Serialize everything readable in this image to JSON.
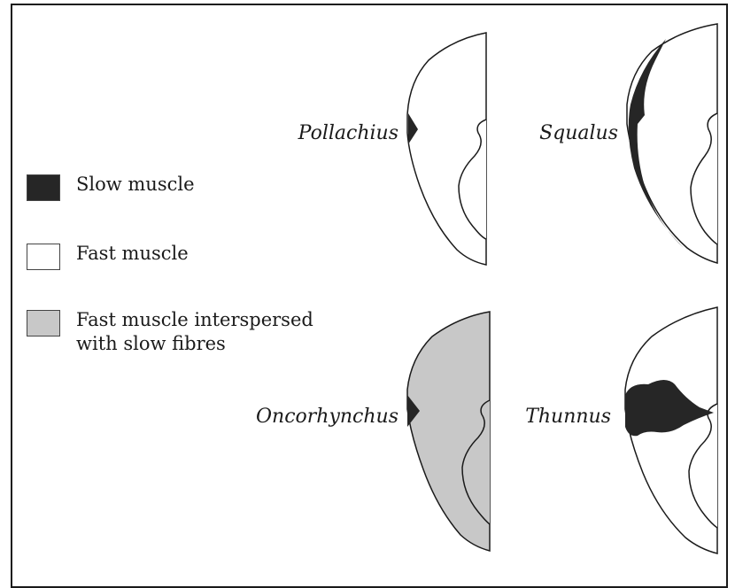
{
  "colors": {
    "slow": "#262626",
    "fast": "#ffffff",
    "interspersed": "#c8c8c8",
    "outline": "#1a1a1a"
  },
  "legend": [
    {
      "key": "slow",
      "label": "Slow muscle"
    },
    {
      "key": "fast",
      "label": "Fast muscle"
    },
    {
      "key": "interspersed",
      "label": "Fast muscle interspersed\nwith slow fibres"
    }
  ],
  "species": [
    {
      "name": "Pollachius",
      "fill": "fast",
      "slow_pattern": "lateral-wedge"
    },
    {
      "name": "Squalus",
      "fill": "fast",
      "slow_pattern": "thin-strip"
    },
    {
      "name": "Oncorhynchus",
      "fill": "interspersed",
      "slow_pattern": "lateral-wedge"
    },
    {
      "name": "Thunnus",
      "fill": "fast",
      "slow_pattern": "deep-internal"
    }
  ]
}
